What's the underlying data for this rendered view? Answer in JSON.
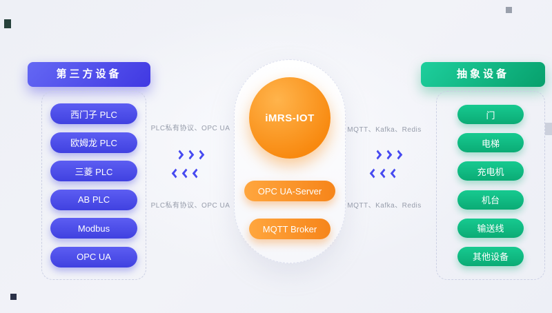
{
  "diagram": {
    "left_panel": {
      "title": "第三方设备",
      "items": [
        "西门子 PLC",
        "欧姆龙 PLC",
        "三菱 PLC",
        "AB PLC",
        "Modbus",
        "OPC UA"
      ]
    },
    "center": {
      "core": "iMRS-IOT",
      "services": [
        "OPC UA-Server",
        "MQTT Broker"
      ]
    },
    "right_panel": {
      "title": "抽象设备",
      "items": [
        "门",
        "电梯",
        "充电机",
        "机台",
        "输送线",
        "其他设备"
      ]
    },
    "connections": {
      "left_top_label": "PLC私有协议、OPC UA",
      "left_bottom_label": "PLC私有协议、OPC UA",
      "right_top_label": "MQTT、Kafka、Redis",
      "right_bottom_label": "MQTT、Kafka、Redis"
    },
    "colors": {
      "blue": "#4041e0",
      "green": "#0bab75",
      "orange": "#f6851a",
      "label_gray": "#969caa"
    }
  }
}
